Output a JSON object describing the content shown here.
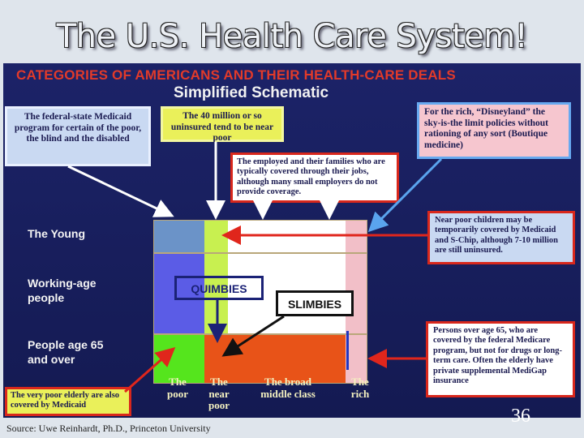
{
  "slide_title": "The U.S. Health Care System!",
  "header": {
    "line1": "CATEGORIES OF AMERICANS AND THEIR HEALTH-CARE DEALS",
    "line2": "Simplified Schematic"
  },
  "callouts": {
    "medicaid": "The federal-state Medicaid program for certain of the poor, the blind and the disabled",
    "uninsured": "The 40 million or so uninsured tend to be near poor",
    "employed": "The employed and their families who are typically covered through their jobs, although many small employers do not provide coverage.",
    "rich": "For the rich, “Disneyland” the sky-is-the limit policies without rationing of any sort (Boutique medicine)",
    "near_poor_children": "Near poor children may be temporarily covered by Medicaid and S-Chip, although 7-10 million are still uninsured.",
    "over65": "Persons over age 65, who are covered by the federal Medicare program, but not for drugs or long-term care. Often the elderly have private supplemental MediGap insurance",
    "very_poor_elderly": "The very poor elderly are also covered by Medicaid"
  },
  "rows": {
    "young": "The Young",
    "working": "Working-age people",
    "elderly": "People age 65 and over"
  },
  "columns": {
    "poor": "The poor",
    "near_poor": "The near poor",
    "middle": "The broad middle class",
    "rich": "The rich"
  },
  "tags": {
    "quimbies": "QUIMBIES",
    "slimbies": "SLIMBIES"
  },
  "source": "Source: Uwe Reinhardt, Ph.D., Princeton University",
  "page_number": "36",
  "colors": {
    "background_panel": "#1a2163",
    "header_red": "#e23a2a",
    "poor_young": "#6b93c8",
    "poor_working": "#5b5ce6",
    "poor_elderly": "#55e51d",
    "near_poor": "#c8f050",
    "elderly_band": "#e85318",
    "middle": "#ffffff",
    "rich": "#f2bfc8",
    "callout_blue_bg": "#c9d9f2",
    "callout_yellow_bg": "#eaf05a",
    "callout_pink_bg": "#f6c6cf"
  }
}
